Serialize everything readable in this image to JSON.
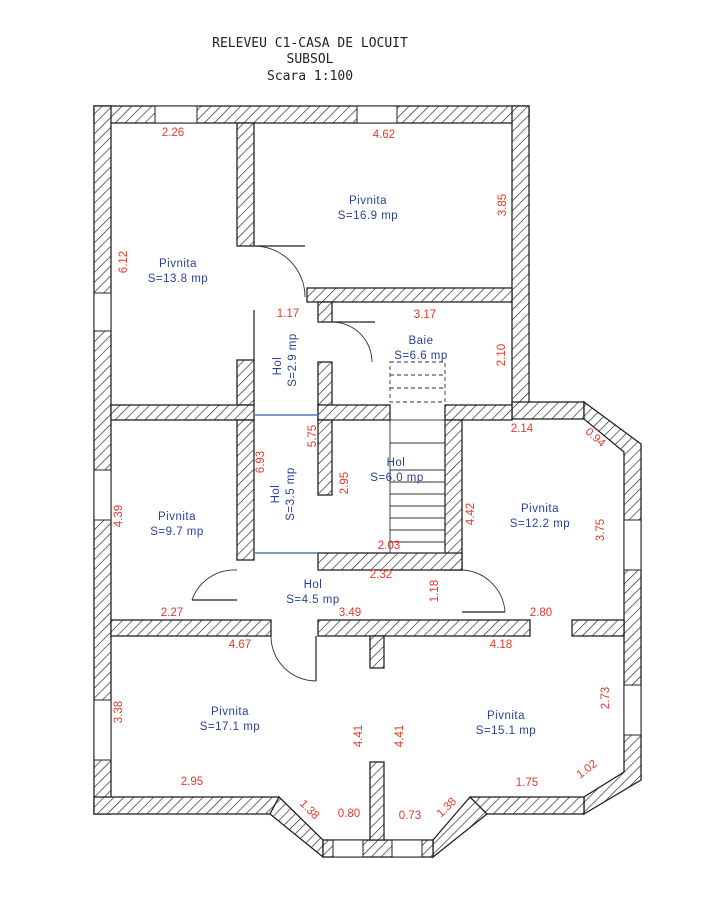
{
  "header": {
    "title": "RELEVEU C1-CASA DE LOCUIT",
    "subtitle": "SUBSOL",
    "scale": "Scara 1:100"
  },
  "rooms": [
    {
      "id": "r1",
      "name": "Pivnita",
      "area": "S=13.8 mp"
    },
    {
      "id": "r2",
      "name": "Pivnita",
      "area": "S=16.9 mp"
    },
    {
      "id": "r3",
      "name": "Baie",
      "area": "S=6.6 mp"
    },
    {
      "id": "r4",
      "name": "Hol",
      "area": "S=2.9 mp"
    },
    {
      "id": "r5",
      "name": "Hol",
      "area": "S=3.5 mp"
    },
    {
      "id": "r6",
      "name": "Hol",
      "area": "S=6.0 mp"
    },
    {
      "id": "r7",
      "name": "Pivnita",
      "area": "S=9.7 mp"
    },
    {
      "id": "r8",
      "name": "Pivnita",
      "area": "S=12.2 mp"
    },
    {
      "id": "r9",
      "name": "Hol",
      "area": "S=4.5 mp"
    },
    {
      "id": "r10",
      "name": "Pivnita",
      "area": "S=17.1 mp"
    },
    {
      "id": "r11",
      "name": "Pivnita",
      "area": "S=15.1 mp"
    }
  ],
  "dimensions": [
    "2.26",
    "4.62",
    "6.12",
    "3.85",
    "1.17",
    "3.17",
    "2.10",
    "5.75",
    "6.93",
    "2.95",
    "2.14",
    "0.94",
    "4.42",
    "3.75",
    "4.39",
    "2.03",
    "2.32",
    "1.18",
    "2.27",
    "3.49",
    "2.80",
    "4.67",
    "4.18",
    "3.38",
    "2.73",
    "4.41",
    "4.41",
    "2.95",
    "1.75",
    "1.02",
    "1.38",
    "0.80",
    "0.73",
    "1.38"
  ],
  "colors": {
    "room_label": "#2a3f9a",
    "dimension": "#e23a2a",
    "wall": "#222222",
    "partition": "#4a7fc0"
  }
}
